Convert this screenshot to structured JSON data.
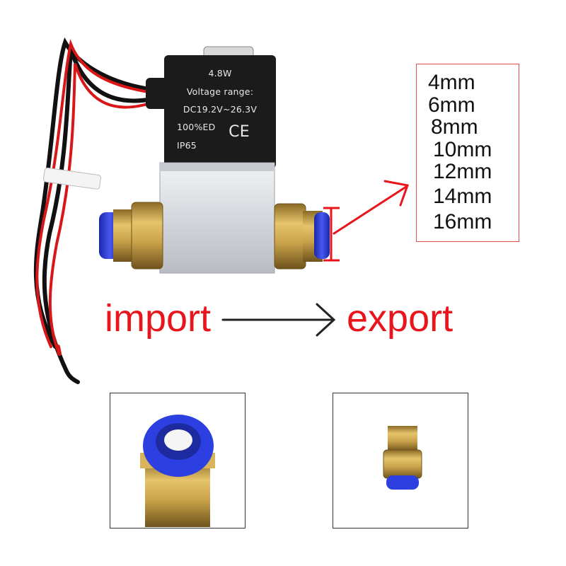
{
  "valve": {
    "power": "4.8W",
    "voltage_label": "Voltage range:",
    "voltage_value": "DC19.2V~26.3V",
    "duty": "100%ED",
    "rating": "IP65",
    "mark": "CE"
  },
  "sizes": [
    "4mm",
    "6mm",
    "8mm",
    "10mm",
    "12mm",
    "14mm",
    "16mm"
  ],
  "flow": {
    "inlet": "import",
    "outlet": "export"
  },
  "colors": {
    "annotation_red": "#e8161c",
    "coil_black": "#1b1b1b",
    "fitting_blue": "#2f3fd8",
    "brass": "#c9a24a"
  }
}
